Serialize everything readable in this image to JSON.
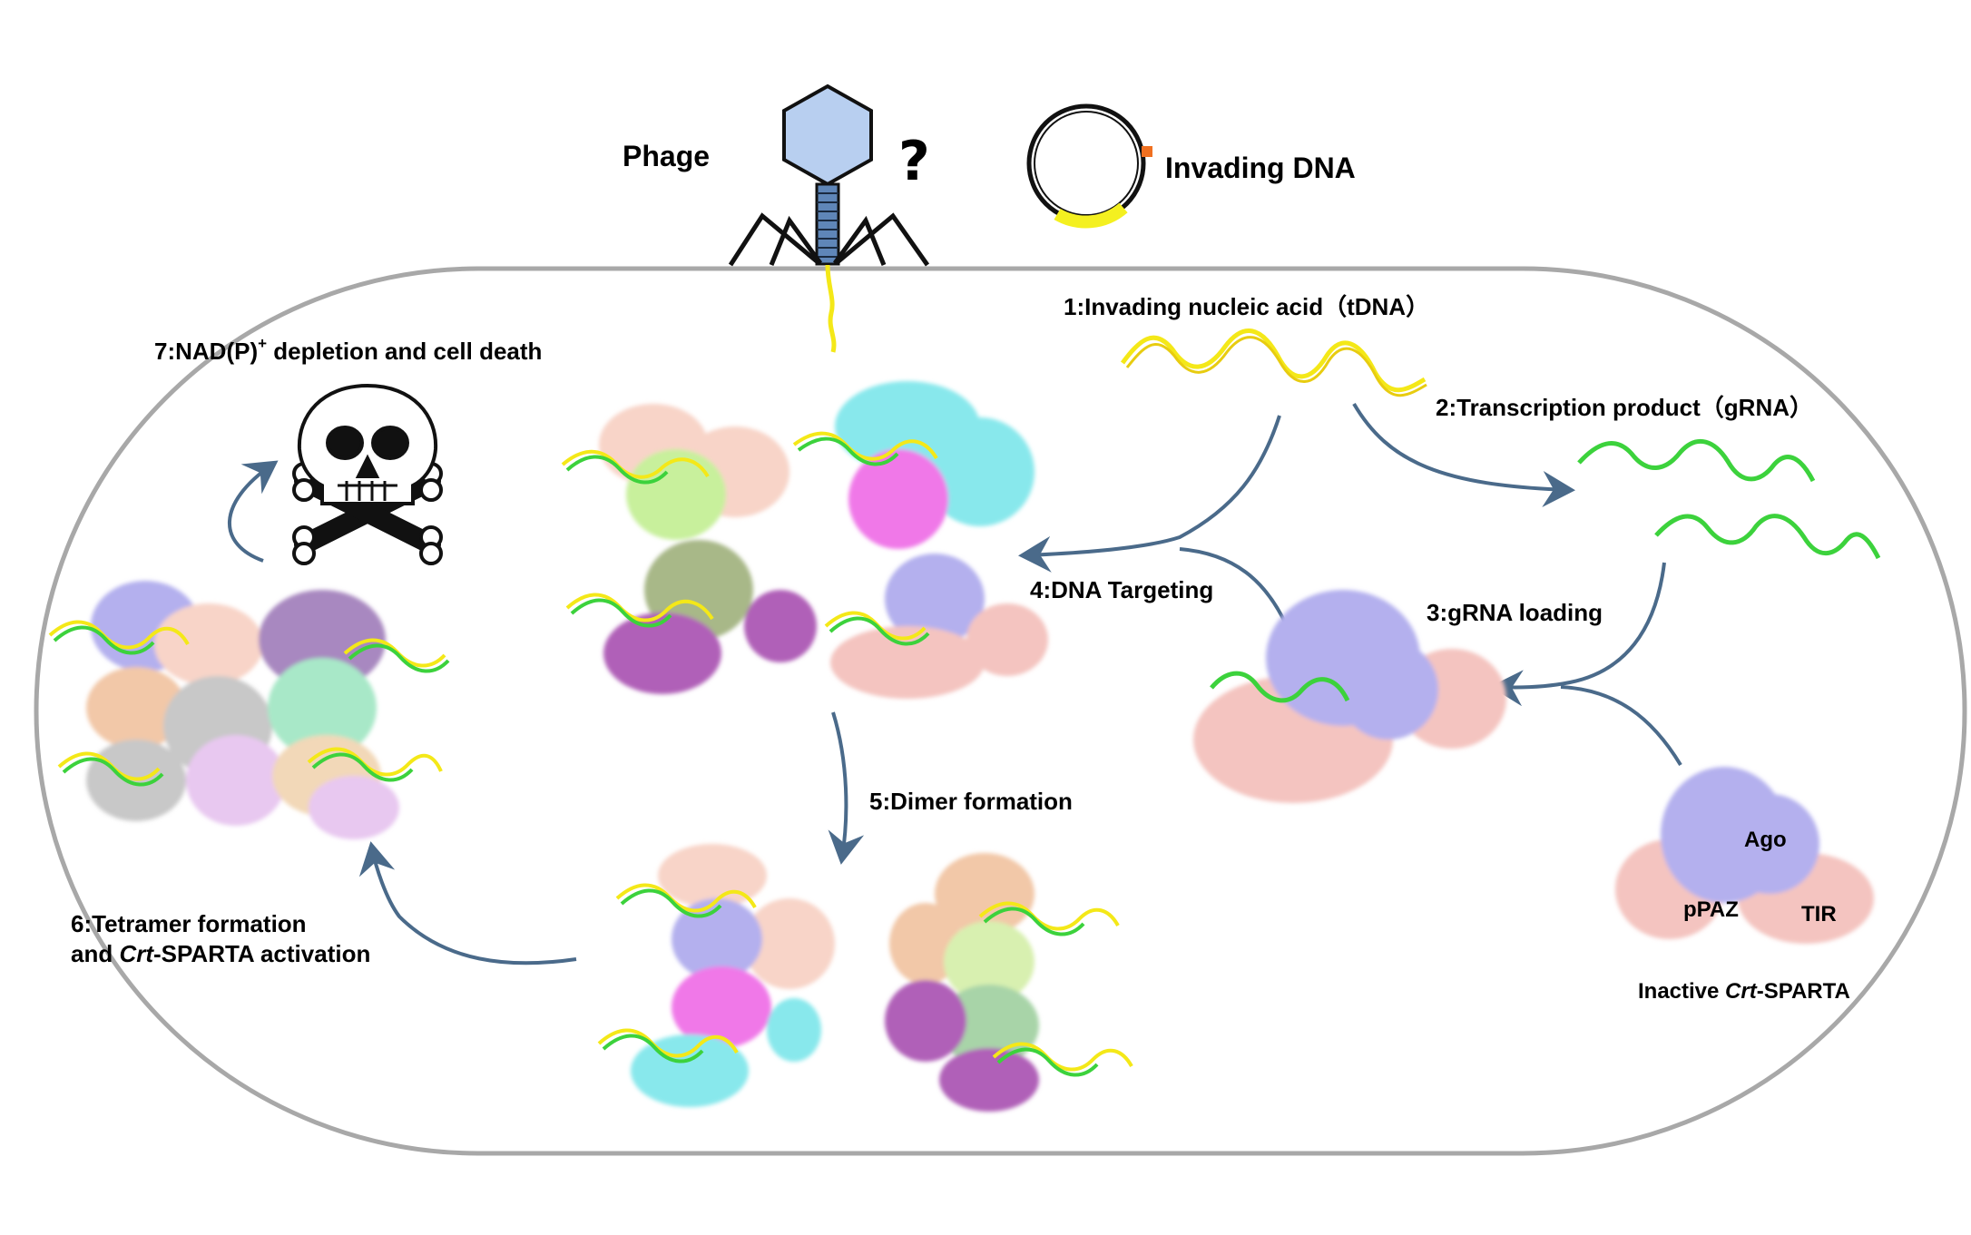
{
  "labels": {
    "phage": "Phage",
    "question_mark": "?",
    "invading_dna": "Invading DNA",
    "step1": "1:Invading nucleic acid（tDNA）",
    "step2": "2:Transcription product（gRNA）",
    "step3": "3:gRNA loading",
    "step4": "4:DNA Targeting",
    "step5": "5:Dimer formation",
    "step6_line1": "6:Tetramer formation",
    "step6_line2_prefix": "and ",
    "step6_line2_italic": "Crt",
    "step6_line2_suffix": "-SPARTA activation",
    "step7_prefix": "7:NAD(P)",
    "step7_sup": "+",
    "step7_suffix": " depletion and cell death",
    "domain_ago": "Ago",
    "domain_ppaz": "pPAZ",
    "domain_tir": "TIR",
    "inactive_prefix": "Inactive ",
    "inactive_italic": "Crt",
    "inactive_suffix": "-SPARTA"
  },
  "colors": {
    "cell_outline": "#a8a8a8",
    "arrow": "#4a6a8a",
    "dna_yellow": "#f4e818",
    "rna_green": "#3cd23c",
    "phage_head": "#b8cff0",
    "ago_lavender": "#b4b0ee",
    "tir_pink": "#f4c4c0",
    "plasmid_marker": "#f07020",
    "plasmid_segment": "#f4f020"
  },
  "icons": [
    "phage-icon",
    "plasmid-icon",
    "skull-crossbones-icon"
  ]
}
